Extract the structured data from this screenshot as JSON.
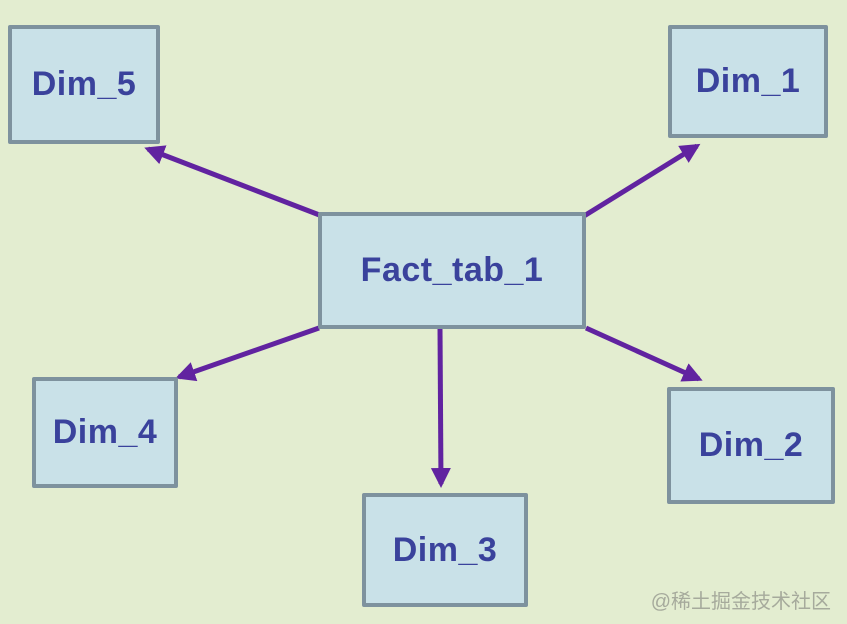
{
  "diagram": {
    "type": "star-schema",
    "colors": {
      "background": "#e3edd0",
      "node_fill": "#c9e1e8",
      "node_border": "#7e929e",
      "node_text": "#3a429c",
      "arrow": "#6123a0"
    },
    "nodes": [
      {
        "id": "fact",
        "label": "Fact_tab_1"
      },
      {
        "id": "dim1",
        "label": "Dim_1"
      },
      {
        "id": "dim2",
        "label": "Dim_2"
      },
      {
        "id": "dim3",
        "label": "Dim_3"
      },
      {
        "id": "dim4",
        "label": "Dim_4"
      },
      {
        "id": "dim5",
        "label": "Dim_5"
      }
    ],
    "edges": [
      {
        "from": "Fact_tab_1",
        "to": "Dim_5"
      },
      {
        "from": "Fact_tab_1",
        "to": "Dim_1"
      },
      {
        "from": "Fact_tab_1",
        "to": "Dim_4"
      },
      {
        "from": "Fact_tab_1",
        "to": "Dim_3"
      },
      {
        "from": "Fact_tab_1",
        "to": "Dim_2"
      }
    ],
    "watermark": "@稀土掘金技术社区"
  }
}
